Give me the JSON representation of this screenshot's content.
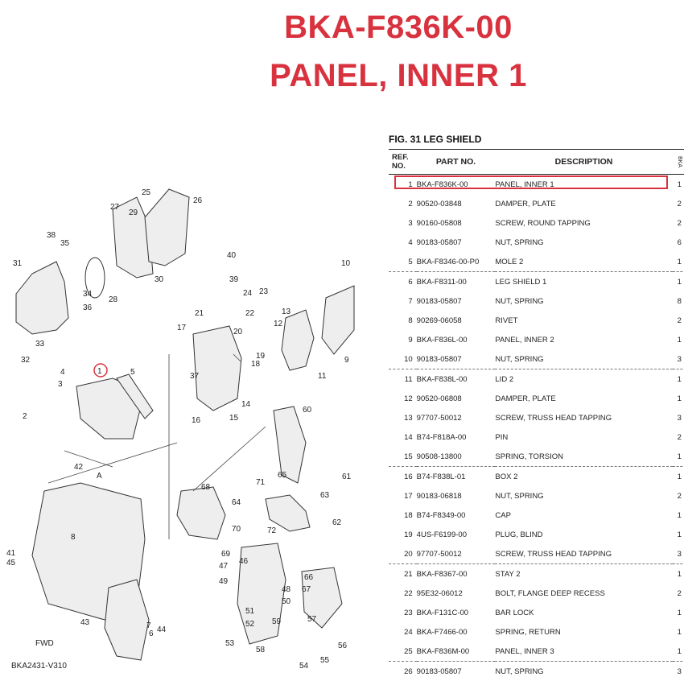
{
  "header": {
    "part_code": "BKA-F836K-00",
    "part_name": "PANEL, INNER 1",
    "color": "#d8323f"
  },
  "figure": {
    "title": "FIG. 31  LEG SHIELD",
    "columns": [
      "REF. NO.",
      "PART NO.",
      "DESCRIPTION",
      "BKA"
    ],
    "rows": [
      {
        "ref": "1",
        "part": "BKA-F836K-00",
        "desc": "PANEL, INNER 1",
        "qty": "1"
      },
      {
        "ref": "2",
        "part": "90520-03848",
        "desc": "DAMPER, PLATE",
        "qty": "2"
      },
      {
        "ref": "3",
        "part": "90160-05808",
        "desc": "SCREW, ROUND TAPPING",
        "qty": "2"
      },
      {
        "ref": "4",
        "part": "90183-05807",
        "desc": "NUT, SPRING",
        "qty": "6"
      },
      {
        "ref": "5",
        "part": "BKA-F8346-00-P0",
        "desc": "MOLE 2",
        "qty": "1"
      },
      {
        "ref": "6",
        "part": "BKA-F8311-00",
        "desc": "LEG SHIELD 1",
        "qty": "1"
      },
      {
        "ref": "7",
        "part": "90183-05807",
        "desc": "NUT, SPRING",
        "qty": "8"
      },
      {
        "ref": "8",
        "part": "90269-06058",
        "desc": "RIVET",
        "qty": "2"
      },
      {
        "ref": "9",
        "part": "BKA-F836L-00",
        "desc": "PANEL, INNER 2",
        "qty": "1"
      },
      {
        "ref": "10",
        "part": "90183-05807",
        "desc": "NUT, SPRING",
        "qty": "3"
      },
      {
        "ref": "11",
        "part": "BKA-F838L-00",
        "desc": "LID 2",
        "qty": "1"
      },
      {
        "ref": "12",
        "part": "90520-06808",
        "desc": "DAMPER, PLATE",
        "qty": "1"
      },
      {
        "ref": "13",
        "part": "97707-50012",
        "desc": "SCREW, TRUSS HEAD TAPPING",
        "qty": "3"
      },
      {
        "ref": "14",
        "part": "B74-F818A-00",
        "desc": "PIN",
        "qty": "2"
      },
      {
        "ref": "15",
        "part": "90508-13800",
        "desc": "SPRING, TORSION",
        "qty": "1"
      },
      {
        "ref": "16",
        "part": "B74-F838L-01",
        "desc": "BOX 2",
        "qty": "1"
      },
      {
        "ref": "17",
        "part": "90183-06818",
        "desc": "NUT, SPRING",
        "qty": "2"
      },
      {
        "ref": "18",
        "part": "B74-F8349-00",
        "desc": "CAP",
        "qty": "1"
      },
      {
        "ref": "19",
        "part": "4US-F6199-00",
        "desc": "PLUG, BLIND",
        "qty": "1"
      },
      {
        "ref": "20",
        "part": "97707-50012",
        "desc": "SCREW, TRUSS HEAD TAPPING",
        "qty": "3"
      },
      {
        "ref": "21",
        "part": "BKA-F8367-00",
        "desc": "STAY 2",
        "qty": "1"
      },
      {
        "ref": "22",
        "part": "95E32-06012",
        "desc": "BOLT, FLANGE DEEP RECESS",
        "qty": "2"
      },
      {
        "ref": "23",
        "part": "BKA-F131C-00",
        "desc": "BAR LOCK",
        "qty": "1"
      },
      {
        "ref": "24",
        "part": "BKA-F7466-00",
        "desc": "SPRING, RETURN",
        "qty": "1"
      },
      {
        "ref": "25",
        "part": "BKA-F836M-00",
        "desc": "PANEL, INNER 3",
        "qty": "1"
      },
      {
        "ref": "26",
        "part": "90183-05807",
        "desc": "NUT, SPRING",
        "qty": "3"
      }
    ]
  },
  "diagram": {
    "labels": [
      "1",
      "2",
      "3",
      "4",
      "5",
      "6",
      "7",
      "8",
      "9",
      "10",
      "11",
      "12",
      "13",
      "14",
      "15",
      "16",
      "17",
      "18",
      "19",
      "20",
      "21",
      "22",
      "23",
      "24",
      "25",
      "26",
      "27",
      "28",
      "29",
      "30",
      "31",
      "32",
      "33",
      "34",
      "35",
      "36",
      "37",
      "38",
      "39",
      "40",
      "41",
      "42",
      "43",
      "44",
      "45",
      "46",
      "47",
      "48",
      "49",
      "50",
      "51",
      "52",
      "53",
      "54",
      "55",
      "56",
      "57",
      "58",
      "59",
      "60",
      "61",
      "62",
      "63",
      "64",
      "65",
      "66",
      "67",
      "68",
      "69",
      "70",
      "71",
      "72",
      "A",
      "BKA2431-V310",
      "FWD"
    ]
  }
}
